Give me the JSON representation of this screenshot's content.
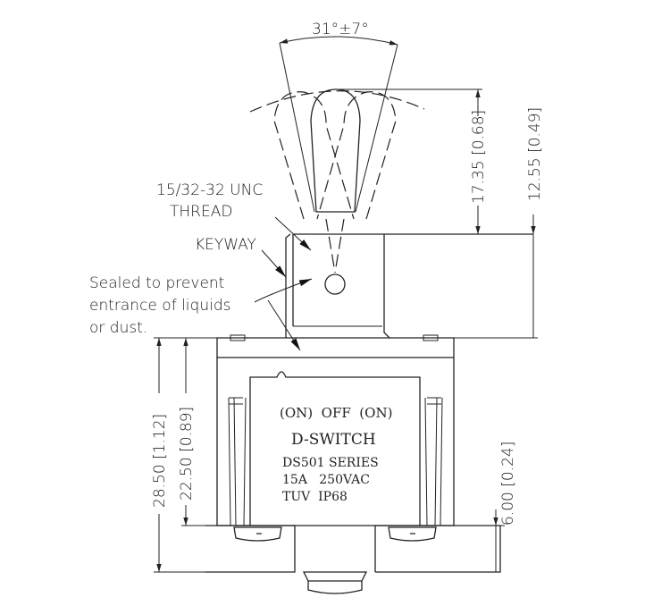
{
  "angle_label": "31°±7°",
  "callouts": {
    "thread_line1": "15/32-32 UNC",
    "thread_line2": "THREAD",
    "keyway": "KEYWAY",
    "sealed_line1": "Sealed to prevent",
    "sealed_line2": "entrance of liquids",
    "sealed_line3": "or dust."
  },
  "dimensions": {
    "lever_height": "17.35 [0.68]",
    "bushing_height": "12.55 [0.49]",
    "overall_body": "28.50 [1.12]",
    "body_height": "22.50 [0.89]",
    "terminal_height": "6.00 [0.24]"
  },
  "label_panel": {
    "positions": "(ON)  OFF  (ON)",
    "brand": "D-SWITCH",
    "series": "DS501 SERIES",
    "rating": "15A   250VAC",
    "cert": "TUV  IP68"
  }
}
